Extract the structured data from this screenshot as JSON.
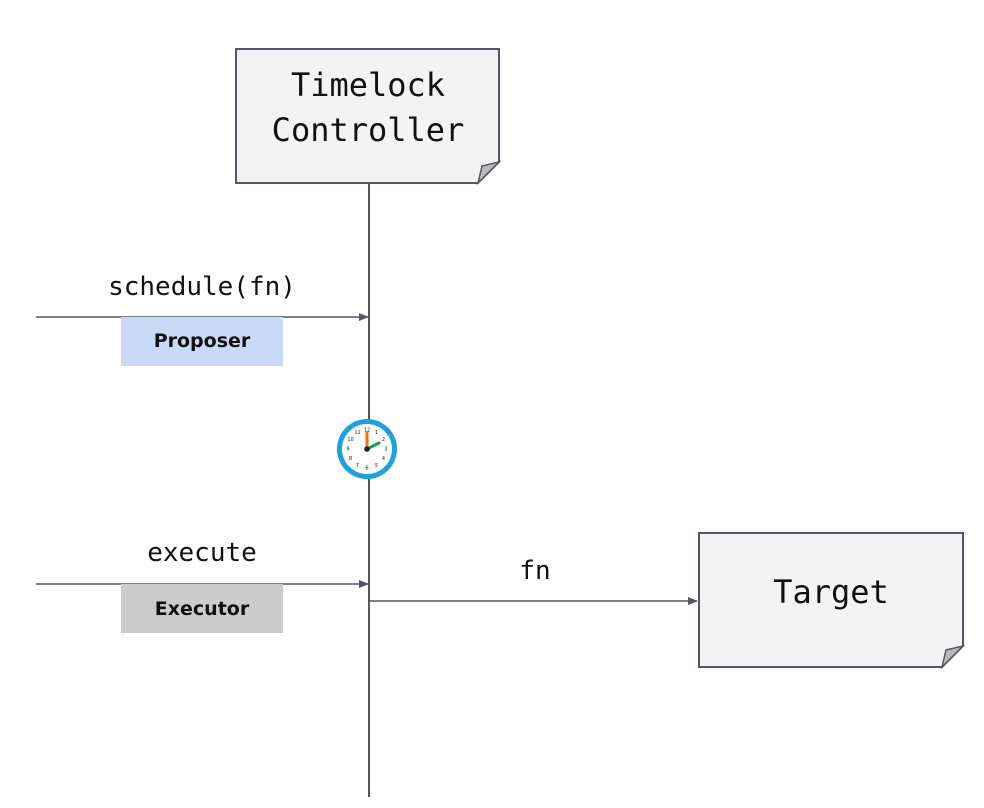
{
  "nodes": {
    "controller": {
      "line1": "Timelock",
      "line2": "Controller"
    },
    "target": {
      "label": "Target"
    }
  },
  "messages": {
    "schedule": {
      "label": "schedule(fn)",
      "role": "Proposer",
      "role_color": "#c9daf8"
    },
    "execute": {
      "label": "execute",
      "role": "Executor",
      "role_color": "#cccccc"
    },
    "call": {
      "label": "fn"
    }
  },
  "clock": {
    "icon": "clock-icon",
    "numbers": [
      "12",
      "1",
      "2",
      "3",
      "4",
      "5",
      "6",
      "7",
      "8",
      "9",
      "10",
      "11"
    ],
    "ring_color": "#1da1e0",
    "hour_hand_color": "#ff6d00",
    "minute_hand_color": "#1e9e48"
  },
  "colors": {
    "line": "#555566",
    "box_fill": "#f3f3f3",
    "box_stroke": "#555566"
  }
}
